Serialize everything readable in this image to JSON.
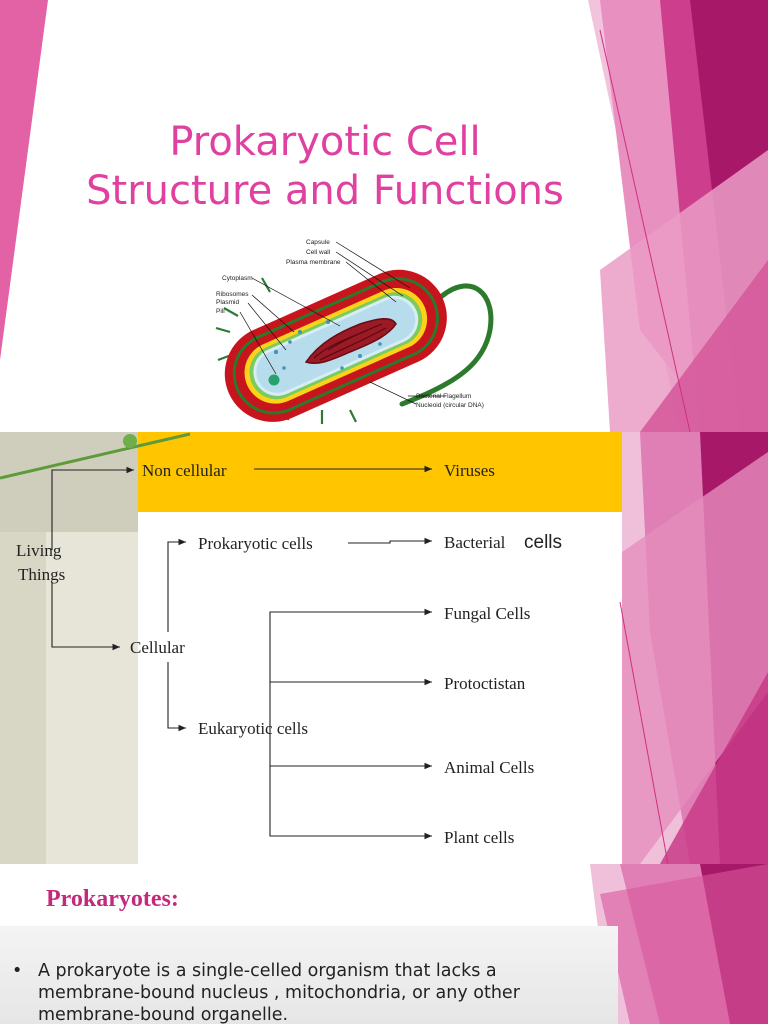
{
  "slide1": {
    "title_line1": "Prokaryotic Cell",
    "title_line2": "Structure and Functions",
    "cell_labels": {
      "capsule": "Capsule",
      "cell_wall": "Cell wall",
      "plasma_membrane": "Plasma membrane",
      "cytoplasm": "Cytoplasm",
      "ribosomes": "Ribosomes",
      "plasmid": "Plasmid",
      "pili": "Pili",
      "flagellum": "Bacterial Flagellum",
      "nucleoid": "Nucleoid (circular DNA)"
    }
  },
  "slide2": {
    "tree": {
      "root": "Living",
      "root2": "Things",
      "non_cellular": "Non cellular",
      "viruses": "Viruses",
      "cellular": "Cellular",
      "prokaryotic": "Prokaryotic cells",
      "bacterial": "Bacterial",
      "bacterial_cells": "cells",
      "eukaryotic": "Eukaryotic cells",
      "fungal": "Fungal Cells",
      "protoctistan": "Protoctistan",
      "animal": "Animal Cells",
      "plant": "Plant cells"
    }
  },
  "slide3": {
    "title": "Prokaryotes:",
    "bullet_symbol": "•",
    "bullet_text": "A prokaryote is a single-celled organism that lacks a membrane-bound nucleus , mitochondria, or any other membrane-bound organelle."
  },
  "colors": {
    "title_pink": "#e040a0",
    "magenta_dark": "#a81868",
    "magenta_mid": "#d4458f",
    "magenta_light": "#e9a2c8",
    "band_yellow": "#ffc600"
  }
}
